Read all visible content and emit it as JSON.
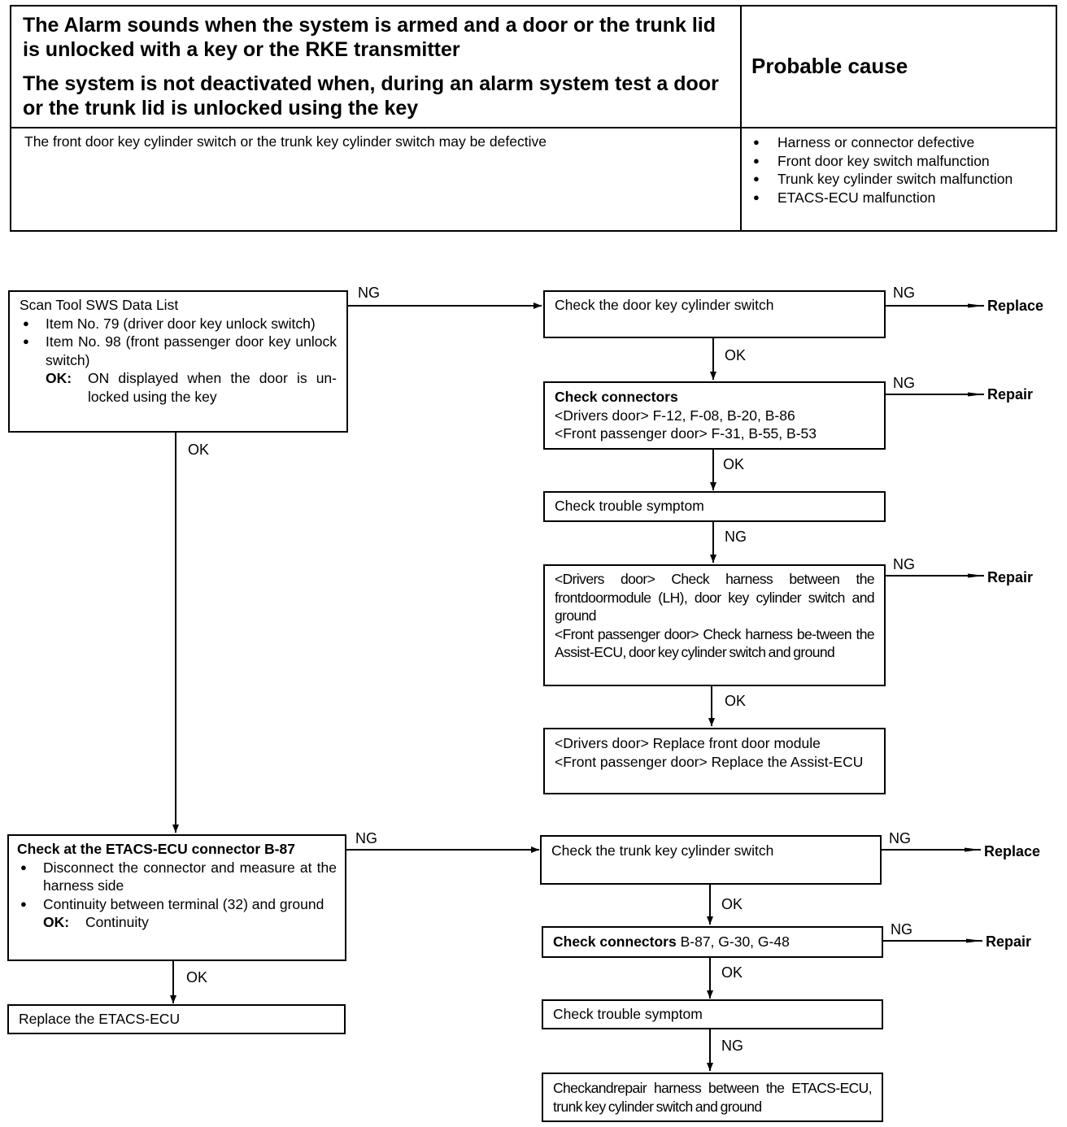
{
  "header": {
    "title_line_1": "The Alarm sounds when the system is armed and a door or the trunk lid is unlocked with a key or the RKE transmitter",
    "title_line_2": "The system is not deactivated when, during an alarm system test a door or the trunk lid is unlocked using the key",
    "probable_cause_header": "Probable cause",
    "symptom": "The front door key cylinder switch or the trunk key cylinder switch may be defective",
    "causes": [
      "Harness or connector defective",
      "Front door key switch malfunction",
      "Trunk key cylinder switch malfunction",
      "ETACS-ECU malfunction"
    ]
  },
  "flow": {
    "scan_tool": {
      "title": "Scan Tool SWS Data List",
      "item1": "Item No. 79 (driver door key unlock switch)",
      "item2": "Item No. 98 (front passenger door key unlock switch)",
      "ok_key": "OK:",
      "ok_text": "ON displayed when the door is un-locked using the key"
    },
    "door_switch": {
      "text": "Check the door key cylinder switch"
    },
    "door_connectors": {
      "title": "Check connectors",
      "line1": "<Drivers door> F-12, F-08, B-20, B-86",
      "line2": "<Front passenger door> F-31, B-55, B-53"
    },
    "symptom_1": {
      "text": "Check trouble symptom"
    },
    "door_harness": {
      "text1": "<Drivers door> Check harness between the frontdoormodule (LH), door key cylinder switch and ground",
      "text2": "<Front passenger door> Check harness be-tween the Assist-ECU, door key cylinder switch and ground"
    },
    "replace_module": {
      "line1": "<Drivers door> Replace front door module",
      "line2": "<Front passenger door> Replace the Assist-ECU"
    },
    "etacs_check": {
      "title": "Check at the ETACS-ECU connector B-87",
      "item1": "Disconnect the connector and measure at the harness side",
      "item2": "Continuity between terminal (32) and ground",
      "ok_key": "OK:",
      "ok_text": "Continuity"
    },
    "replace_etacs": {
      "text": "Replace the ETACS-ECU"
    },
    "trunk_switch": {
      "text": "Check the trunk key cylinder switch"
    },
    "trunk_connectors": {
      "title": "Check connectors",
      "text": " B-87, G-30, G-48"
    },
    "symptom_2": {
      "text": "Check trouble symptom"
    },
    "trunk_harness": {
      "text": "Checkandrepair harness between the ETACS-ECU, trunk key cylinder switch and ground"
    },
    "labels": {
      "ng": "NG",
      "ok": "OK"
    },
    "results": {
      "replace": "Replace",
      "repair": "Repair"
    }
  }
}
